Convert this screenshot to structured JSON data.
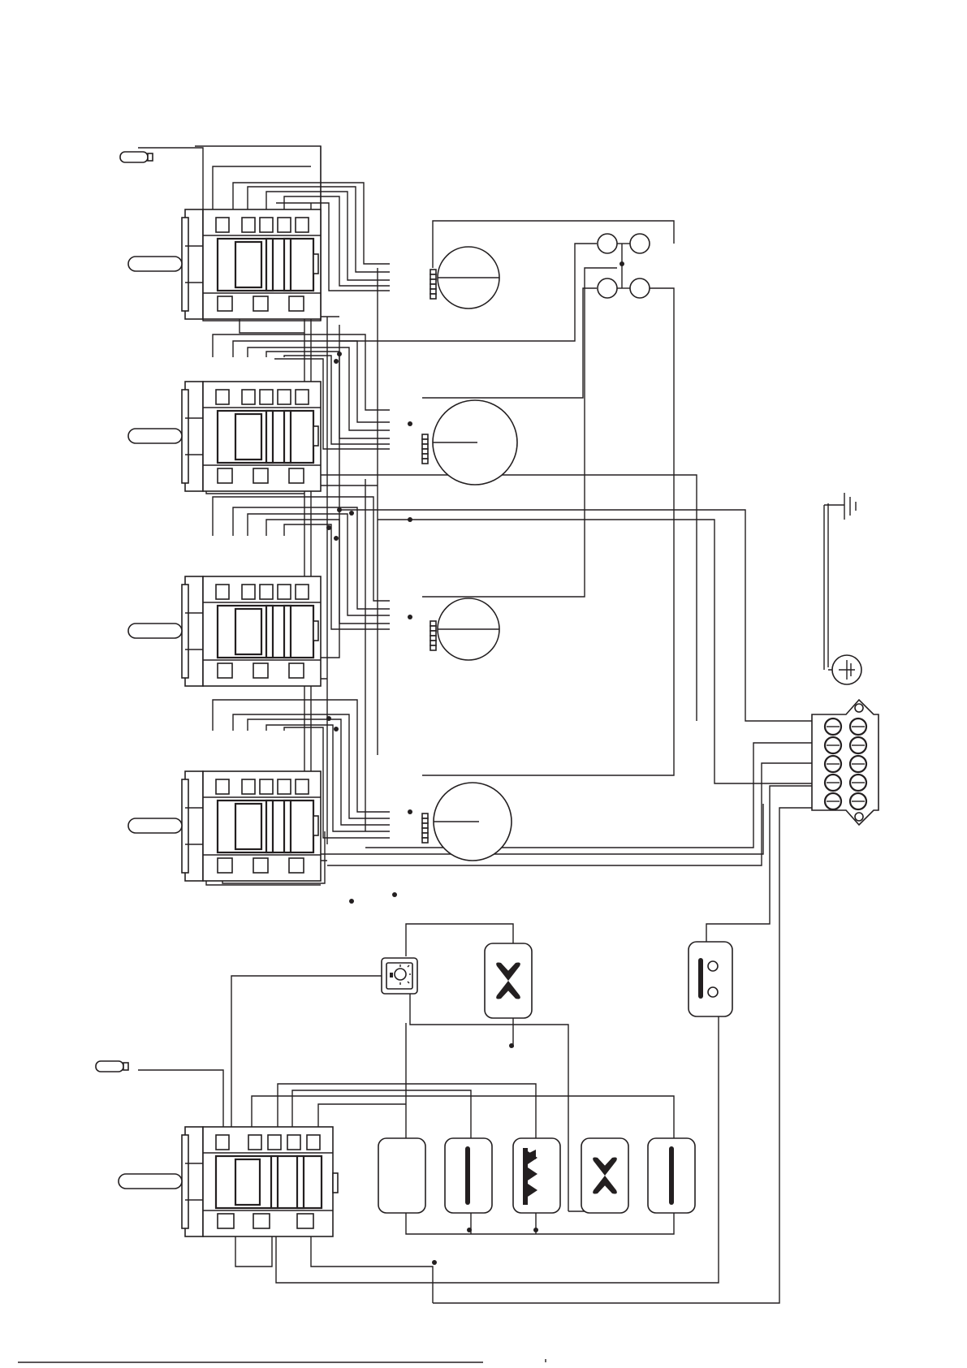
{
  "diagram": {
    "type": "electrical-wiring-schematic",
    "components": {
      "hob_switches": [
        "hob-switch-1",
        "hob-switch-2",
        "hob-switch-3",
        "hob-switch-4"
      ],
      "hotplates": [
        "hotplate-1",
        "hotplate-2",
        "hotplate-3",
        "hotplate-4"
      ],
      "indicator_lamps": 4,
      "oven_selector": "oven-selector-switch",
      "oven_elements": [
        "blank-element",
        "top-element",
        "grill-element",
        "fan-element",
        "bottom-element"
      ],
      "icons": [
        "oven-lamp-icon",
        "fan-icon",
        "thermostat-icon",
        "ground-icon",
        "earth-icon"
      ],
      "terminal_block_screws": 10
    },
    "colors": {
      "line": "#231f20",
      "background": "#ffffff"
    }
  }
}
